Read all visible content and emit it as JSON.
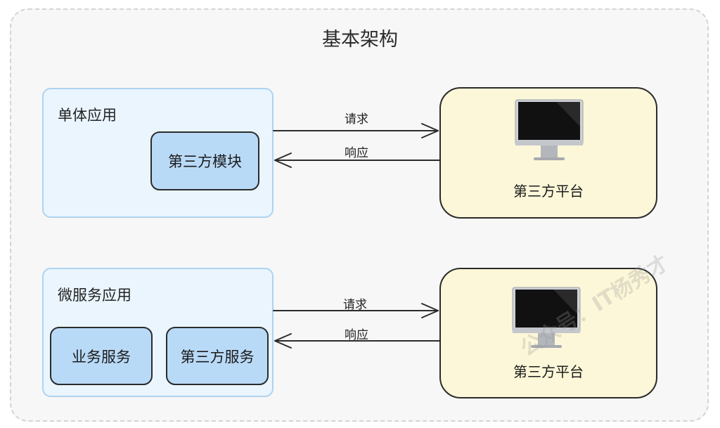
{
  "title": "基本架构",
  "top": {
    "app_label": "单体应用",
    "module_label": "第三方模块",
    "request_label": "请求",
    "response_label": "响应",
    "platform_label": "第三方平台"
  },
  "bottom": {
    "app_label": "微服务应用",
    "service1_label": "业务服务",
    "service2_label": "第三方服务",
    "request_label": "请求",
    "response_label": "响应",
    "platform_label": "第三方平台"
  },
  "watermark": "公众号：IT杨秀才",
  "colors": {
    "app_fill": "#eaf5fe",
    "app_border": "#aed3f0",
    "module_fill": "#b9daf7",
    "platform_fill": "#fcf7d8",
    "stroke": "#2b2b2b"
  },
  "icons": {
    "platform": "monitor-icon"
  }
}
